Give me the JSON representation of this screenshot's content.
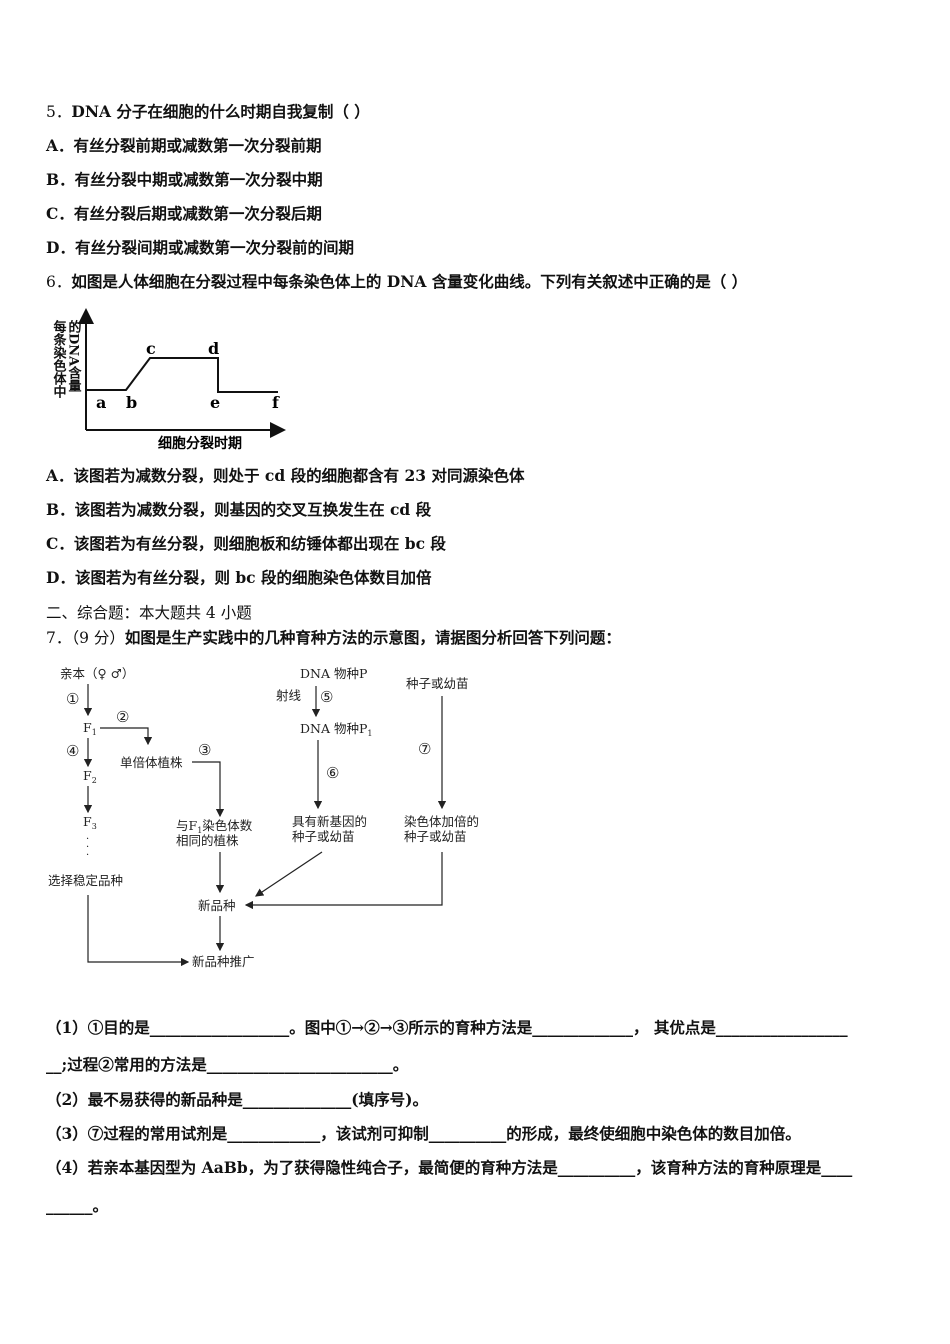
{
  "q5": {
    "stem_num": "5．",
    "stem": "DNA 分子在细胞的什么时期自我复制（  ）",
    "options": [
      "A．有丝分裂前期或减数第一次分裂前期",
      "B．有丝分裂中期或减数第一次分裂中期",
      "C．有丝分裂后期或减数第一次分裂后期",
      "D．有丝分裂间期或减数第一次分裂前的间期"
    ]
  },
  "q6": {
    "stem_num": "6．",
    "stem": "如图是人体细胞在分裂过程中每条染色体上的 DNA 含量变化曲线。下列有关叙述中正确的是（    ）",
    "graph": {
      "y_label_col1": "每条染色体中",
      "y_label_col2": "的DNA含量",
      "x_label": "细胞分裂时期",
      "points": [
        "a",
        "b",
        "c",
        "d",
        "e",
        "f"
      ]
    },
    "options": [
      "A．该图若为减数分裂，则处于 cd 段的细胞都含有 23 对同源染色体",
      "B．该图若为减数分裂，则基因的交叉互换发生在 cd 段",
      "C．该图若为有丝分裂，则细胞板和纺锤体都出现在 bc 段",
      "D．该图若为有丝分裂，则 bc 段的细胞染色体数目加倍"
    ]
  },
  "section2": "二、综合题：本大题共 4 小题",
  "q7": {
    "stem_num": "7．（9 分）",
    "stem": "如图是生产实践中的几种育种方法的示意图，请据图分析回答下列问题：",
    "diagram": {
      "parent": "亲本（♀ ♂）",
      "f1": "F",
      "f1_sub": "1",
      "f2": "F",
      "f2_sub": "2",
      "f3": "F",
      "f3_sub": "3",
      "select_stable": "选择稳定品种",
      "haploid": "单倍体植株",
      "same_as_f1_a": "与F",
      "same_as_f1_sub": "1",
      "same_as_f1_b": "染色体数",
      "same_as_f1_c": "相同的植株",
      "new_variety": "新品种",
      "promote": "新品种推广",
      "dna_p": "DNA   物种P",
      "radiation": "射线",
      "dna_p1": "DNA   物种P",
      "dna_p1_sub": "1",
      "new_gene_a": "具有新基因的",
      "new_gene_b": "种子或幼苗",
      "seed_top": "种子或幼苗",
      "doubled_a": "染色体加倍的",
      "doubled_b": "种子或幼苗",
      "steps": [
        "①",
        "②",
        "③",
        "④",
        "⑤",
        "⑥",
        "⑦"
      ]
    },
    "questions": [
      "（1）①目的是__________________。图中①→②→③所示的育种方法是_____________，  其优点是_________________",
      "__;过程②常用的方法是________________________。",
      "（2）最不易获得的新品种是______________(填序号)。",
      "（3）⑦过程的常用试剂是____________，该试剂可抑制__________的形成，最终使细胞中染色体的数目加倍。",
      "（4）若亲本基因型为 AaBb，为了获得隐性纯合子，最简便的育种方法是__________，该育种方法的育种原理是____",
      "______。"
    ]
  }
}
